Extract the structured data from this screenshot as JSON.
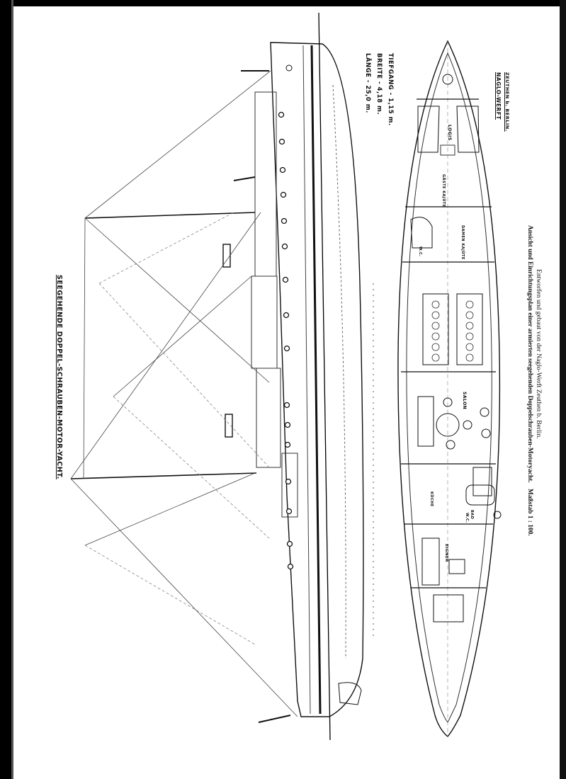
{
  "plan": {
    "title": "SEEGEHENDE DOPPEL-SCHRAUBEN-MOTOR-YACHT.",
    "dimensions": [
      "LÄNGE - 25,0 m.",
      "BREITE - 4,18 m.",
      "TIEFGANG - 1,15 m."
    ],
    "shipyard": [
      "NAGLO-WERFT",
      "ZEUTHEN b. BERLIN."
    ],
    "rooms": {
      "logis": "LOGIS",
      "cabin_1": "GÄSTE KAJÜTE",
      "cabin_2": "DAMEN KAJÜTE",
      "wc": "W.C.",
      "salon": "SALON",
      "kitchen": "KÜCHE",
      "bath": "BAD",
      "bath_wc": "W.C.",
      "owner": "EIGNER"
    }
  },
  "caption": {
    "line1_bold": "Ansicht und Einrichtungsplan einer armierten seegehenden Doppelschrauben-Motoryacht.",
    "line1_scale": "Maßstab 1 : 100.",
    "line2": "Entworfen und gebaut von der Naglo-Werft Zeuthen b. Berlin."
  }
}
